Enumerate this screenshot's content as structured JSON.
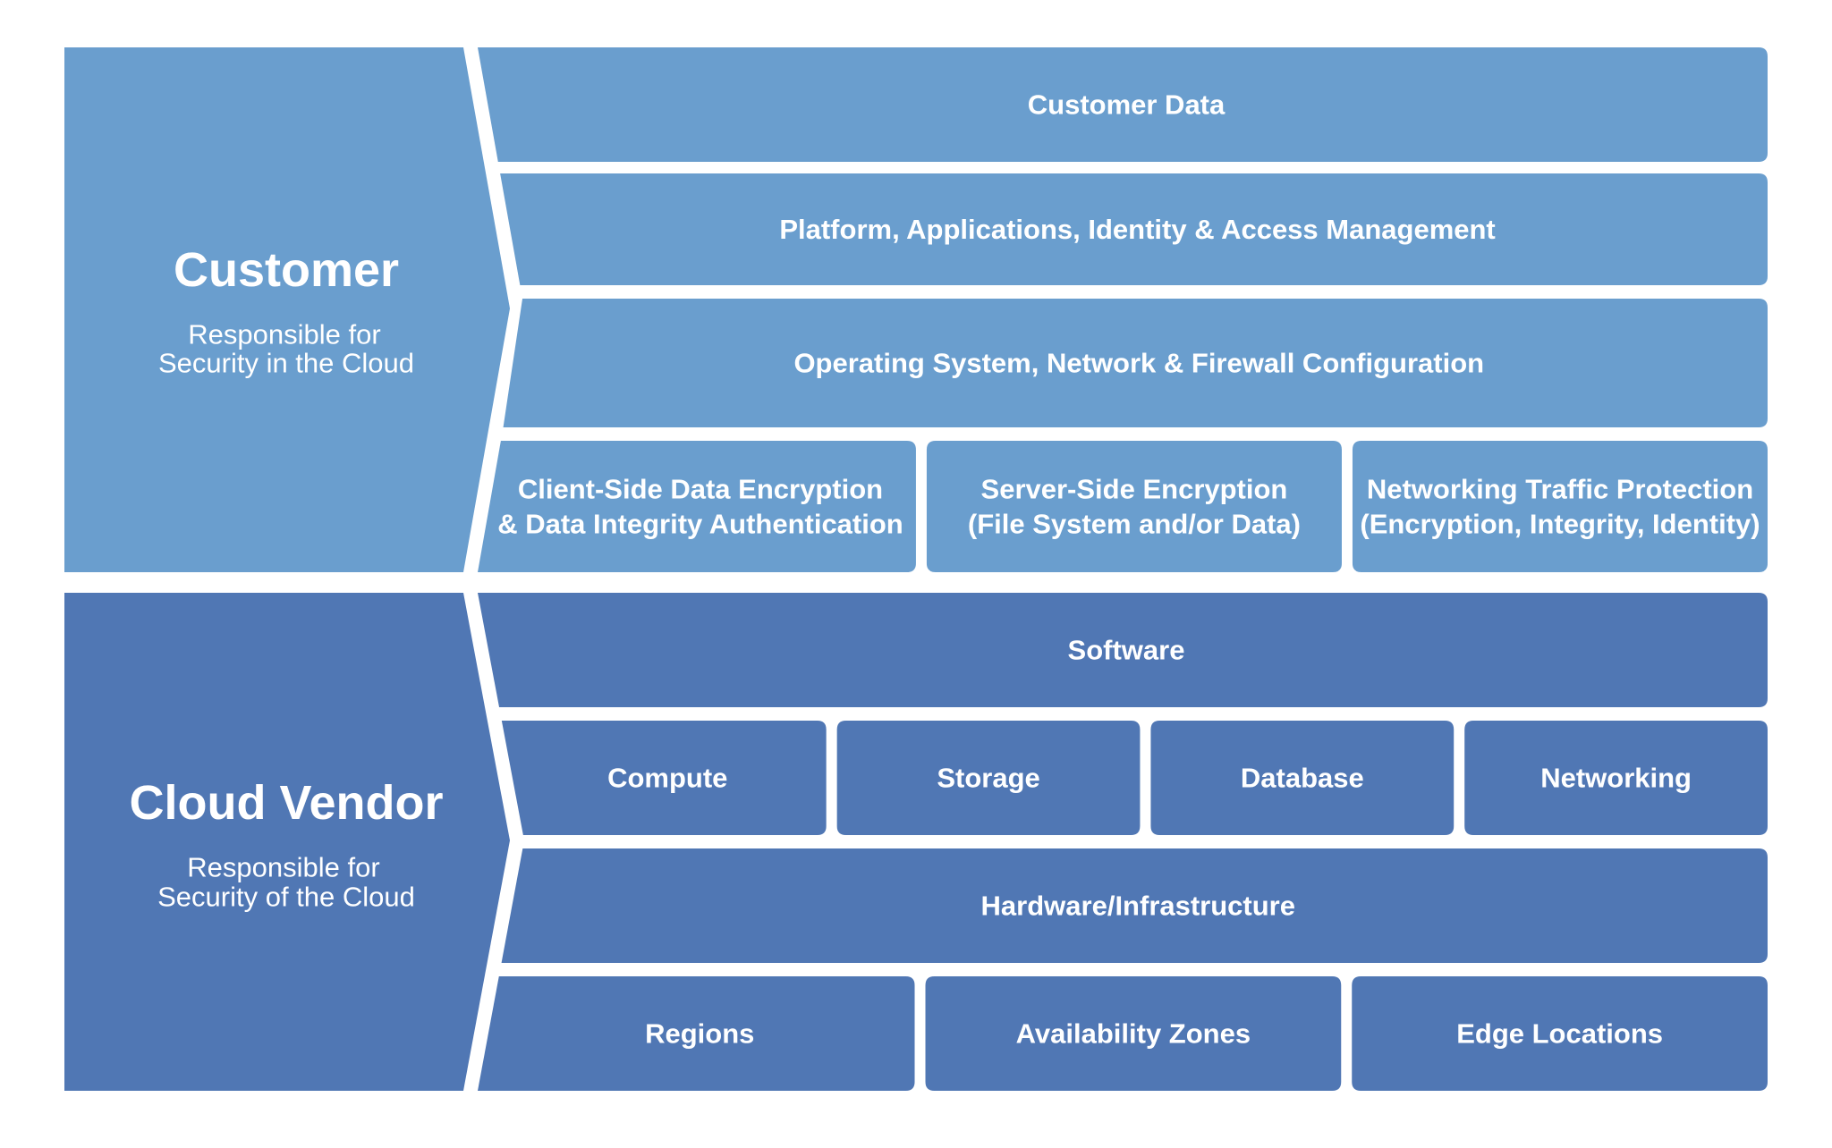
{
  "colors": {
    "customer": "#6a9ece",
    "vendor": "#5077b4",
    "text": "#ffffff",
    "background": "#ffffff"
  },
  "customer": {
    "title": "Customer",
    "subtitle_lines": [
      "Responsible for",
      "Security in the Cloud"
    ],
    "rows": [
      {
        "cells": [
          [
            "Customer Data"
          ]
        ]
      },
      {
        "cells": [
          [
            "Platform, Applications, Identity & Access Management"
          ]
        ]
      },
      {
        "cells": [
          [
            "Operating System, Network & Firewall Configuration"
          ]
        ]
      },
      {
        "cells": [
          [
            "Client-Side Data Encryption",
            "& Data Integrity Authentication"
          ],
          [
            "Server-Side Encryption",
            "(File System and/or Data)"
          ],
          [
            "Networking Traffic Protection",
            "(Encryption, Integrity, Identity)"
          ]
        ]
      }
    ]
  },
  "vendor": {
    "title": "Cloud Vendor",
    "subtitle_lines": [
      "Responsible for",
      "Security of the Cloud"
    ],
    "rows": [
      {
        "cells": [
          [
            "Software"
          ]
        ]
      },
      {
        "cells": [
          [
            "Compute"
          ],
          [
            "Storage"
          ],
          [
            "Database"
          ],
          [
            "Networking"
          ]
        ]
      },
      {
        "cells": [
          [
            "Hardware/Infrastructure"
          ]
        ]
      },
      {
        "cells": [
          [
            "Regions"
          ],
          [
            "Availability Zones"
          ],
          [
            "Edge Locations"
          ]
        ]
      }
    ]
  }
}
